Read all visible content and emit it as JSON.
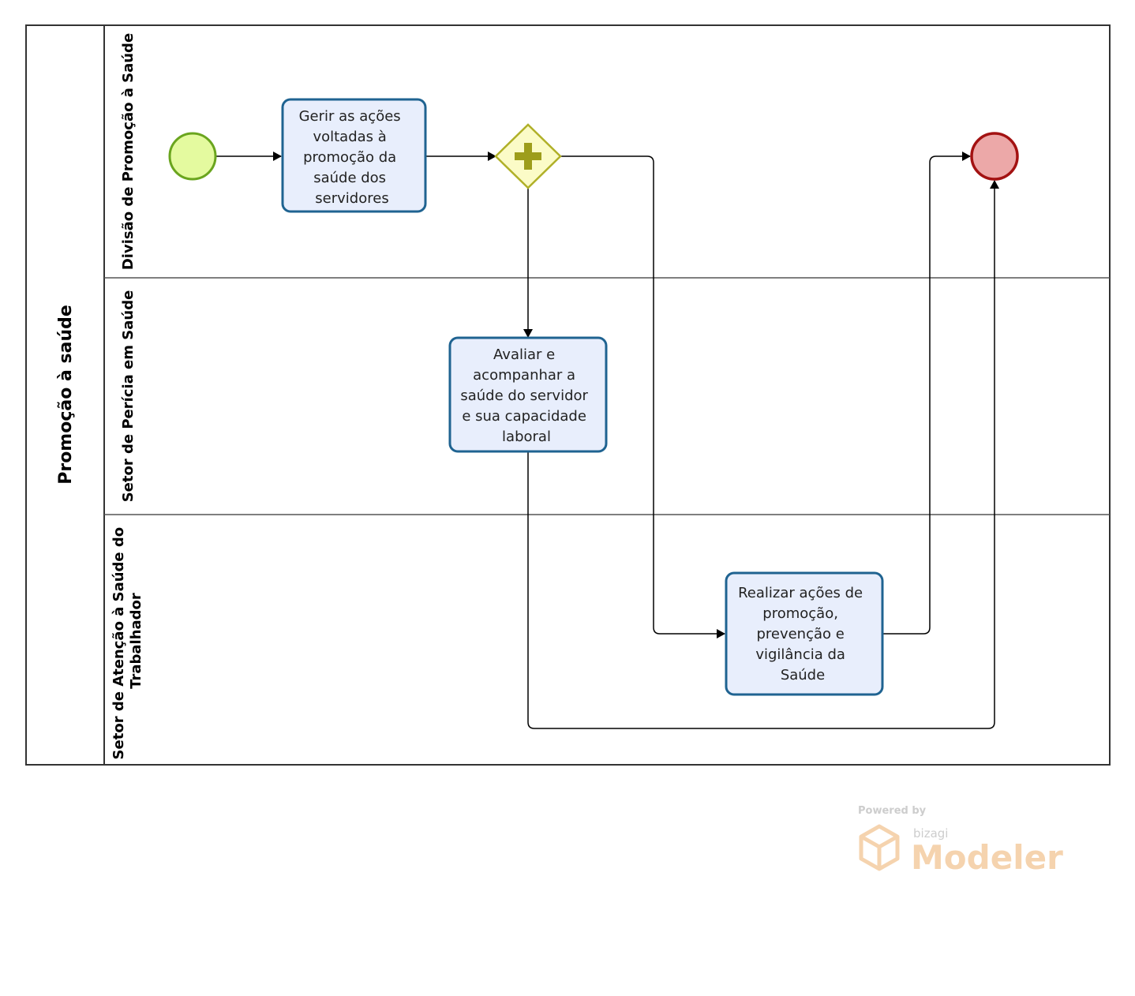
{
  "pool": {
    "title": "Promoção à saúde"
  },
  "lanes": [
    {
      "label": "Divisão de Promoção à Saúde"
    },
    {
      "label": "Setor de Perícia em Saúde"
    },
    {
      "label_lines": [
        "Setor de Atenção à Saúde do",
        "Trabalhador"
      ]
    }
  ],
  "tasks": [
    {
      "lines": [
        "Gerir as ações",
        "voltadas à",
        "promoção da",
        "saúde dos",
        "servidores"
      ]
    },
    {
      "lines": [
        "Avaliar e",
        "acompanhar a",
        "saúde do servidor",
        "e sua capacidade",
        "laboral"
      ]
    },
    {
      "lines": [
        "Realizar ações de",
        "promoção,",
        "prevenção e",
        "vigilância da",
        "Saúde"
      ]
    }
  ],
  "watermark": {
    "powered_by": "Powered by",
    "brand": "bizagi",
    "product": "Modeler"
  },
  "colors": {
    "task_fill": "#e8eefc",
    "task_stroke": "#1f6391",
    "start_fill": "#e4fa9f",
    "start_stroke": "#6aa51e",
    "end_fill": "#eca8a8",
    "end_stroke": "#a31212",
    "gateway_fill": "#fbfbc7",
    "gateway_stroke": "#b0b028",
    "gateway_mark": "#9d9d1b"
  }
}
